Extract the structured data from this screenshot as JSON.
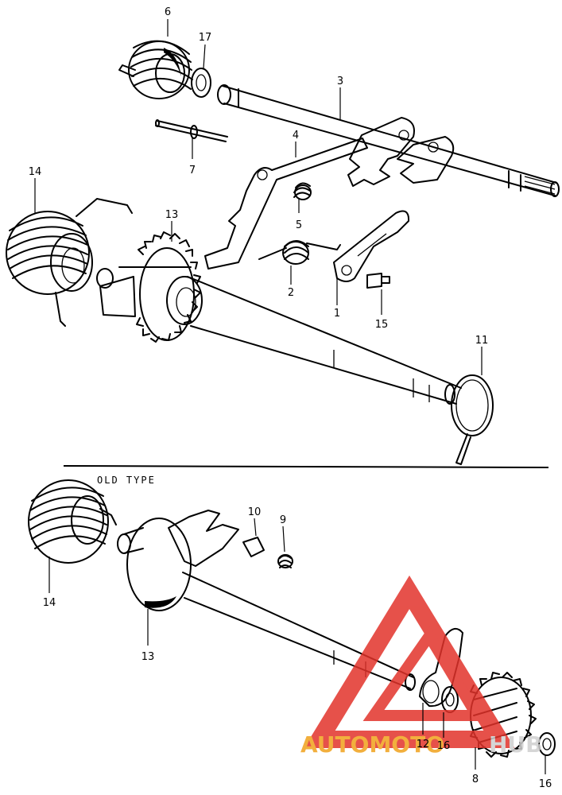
{
  "section_title": "OLD TYPE",
  "watermark": {
    "text_left": "AUTOMOTO",
    "text_right": "HUB",
    "color_primary": "#e2332b",
    "color_secondary": "#f0a21c"
  },
  "callouts": {
    "c6": "6",
    "c17": "17",
    "c3": "3",
    "c7": "7",
    "c4": "4",
    "c14a": "14",
    "c13a": "13",
    "c5": "5",
    "c2": "2",
    "c1": "1",
    "c15": "15",
    "c11": "11",
    "c10": "10",
    "c9": "9",
    "c14b": "14",
    "c13b": "13",
    "c12": "12",
    "c16a": "16",
    "c8": "8",
    "c16b": "16"
  }
}
